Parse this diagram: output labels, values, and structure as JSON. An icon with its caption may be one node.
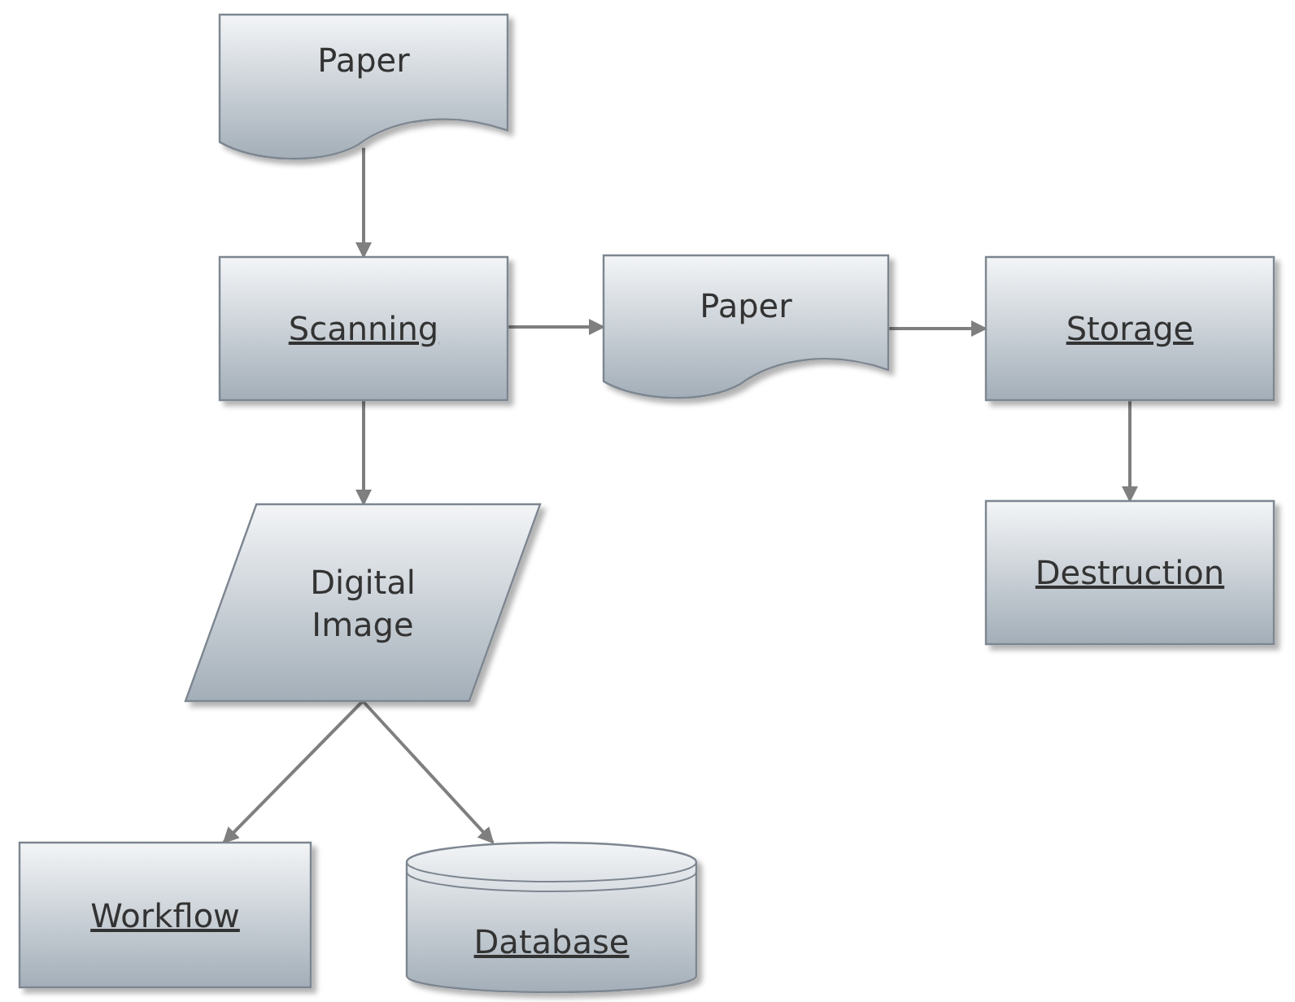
{
  "diagram": {
    "nodes": [
      {
        "text": [
          "Paper"
        ]
      },
      {
        "text": [
          "Scanning"
        ]
      },
      {
        "text": [
          "Paper"
        ]
      },
      {
        "text": [
          "Storage"
        ]
      },
      {
        "text": [
          "Digital Image"
        ]
      },
      {
        "text": [
          "Destruction"
        ]
      },
      {
        "text": [
          "Workflow"
        ]
      },
      {
        "text": [
          "Database"
        ]
      }
    ],
    "edges": [
      {
        "from": 0,
        "to": 1,
        "arrow": "to"
      },
      {
        "from": 1,
        "to": 2,
        "arrow": "to"
      },
      {
        "from": 2,
        "to": 3,
        "arrow": "to"
      },
      {
        "from": 1,
        "to": 4,
        "arrow": "to"
      },
      {
        "from": 3,
        "to": 5,
        "arrow": "to"
      },
      {
        "from": 4,
        "to": 6,
        "arrow": "to"
      },
      {
        "from": 4,
        "to": 7,
        "arrow": "to"
      }
    ]
  }
}
